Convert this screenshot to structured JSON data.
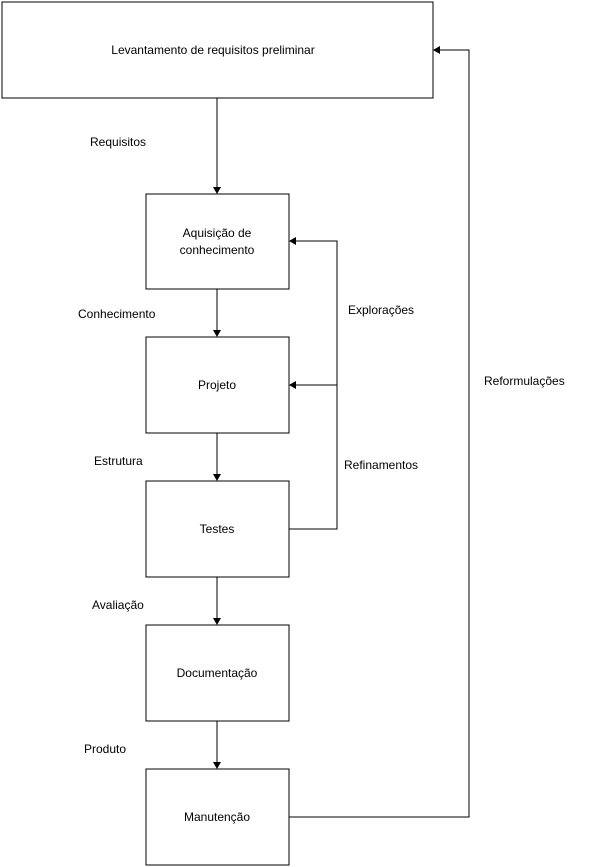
{
  "nodes": {
    "levantamento": "Levantamento de requisitos preliminar",
    "aquisicao_l1": "Aquisição de",
    "aquisicao_l2": "conhecimento",
    "projeto": "Projeto",
    "testes": "Testes",
    "documentacao": "Documentação",
    "manutencao": "Manutenção"
  },
  "edges": {
    "requisitos": "Requisitos",
    "conhecimento": "Conhecimento",
    "estrutura": "Estrutura",
    "avaliacao": "Avaliação",
    "produto": "Produto",
    "exploracoes": "Explorações",
    "refinamentos": "Refinamentos",
    "reformulacoes": "Reformulações"
  },
  "colors": {
    "stroke": "#000000",
    "background": "#ffffff",
    "text": "#000000"
  }
}
